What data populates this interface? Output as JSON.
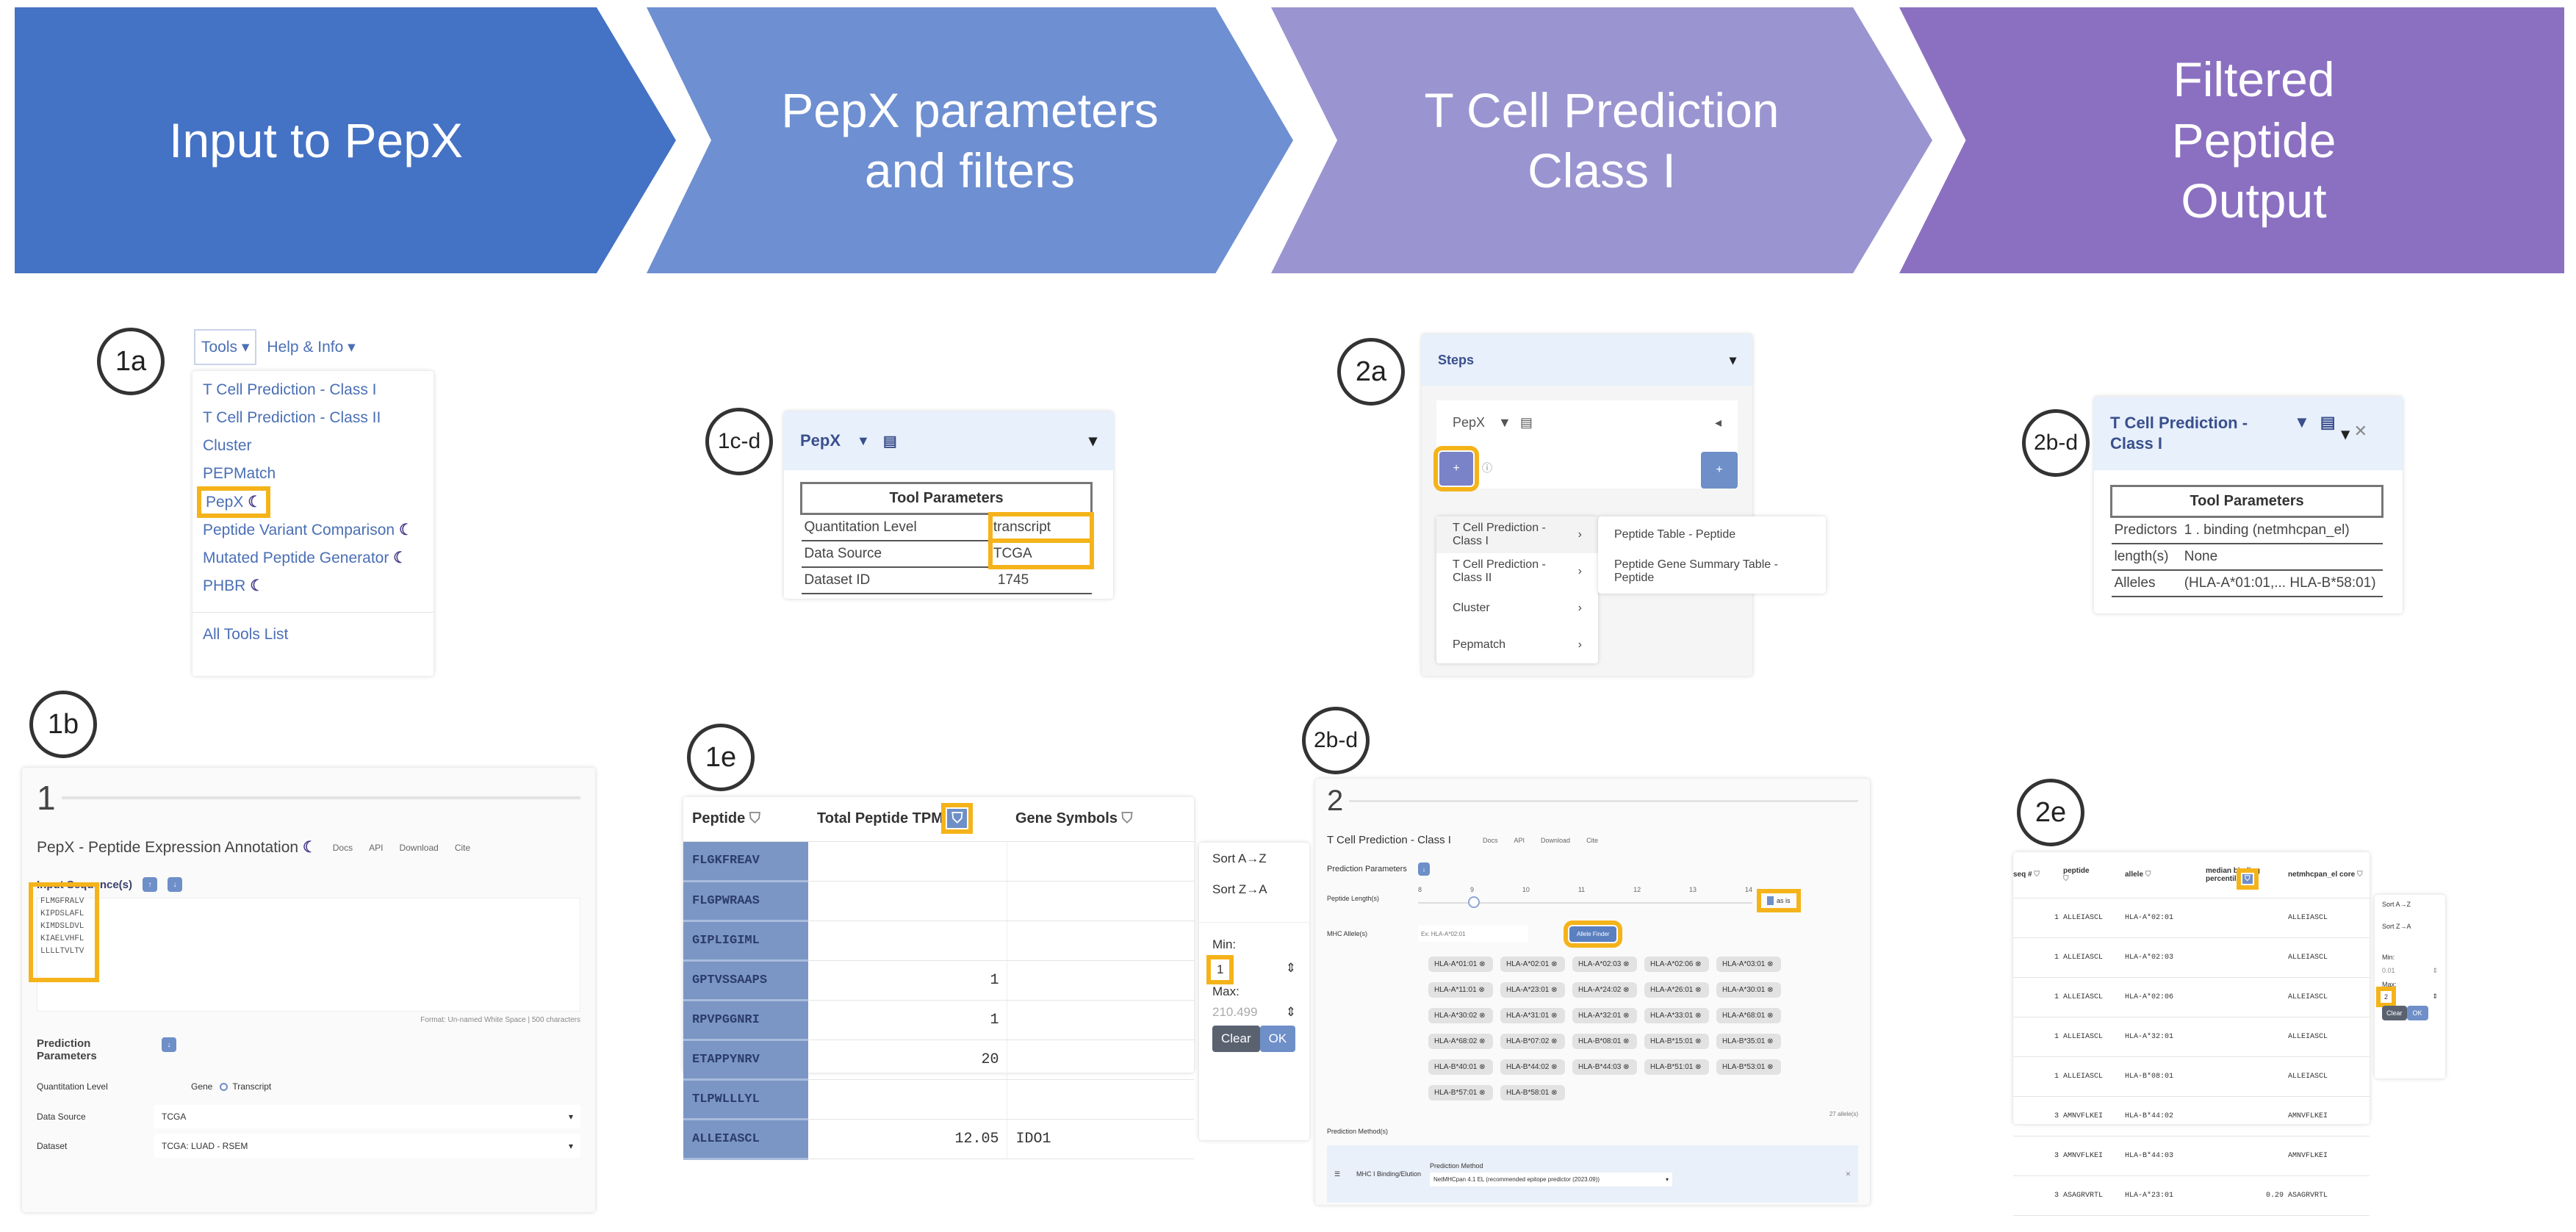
{
  "banner": {
    "steps": [
      {
        "label": "Input to PepX",
        "color": "#4472c4"
      },
      {
        "label": "PepX parameters and filters",
        "color": "#6e8fd1"
      },
      {
        "label": "T Cell Prediction Class I",
        "color": "#9a94d0"
      },
      {
        "label": "Filtered Peptide Output",
        "color": "#8b70c1"
      }
    ]
  },
  "badges": {
    "p1a": "1a",
    "p1b": "1b",
    "p1cd": "1c-d",
    "p1e": "1e",
    "p2a": "2a",
    "p2bd_left": "2b-d",
    "p2bd_right": "2b-d",
    "p2e": "2e"
  },
  "highlight_color": "#f5b31a",
  "panel_1a": {
    "nav": [
      "Tools",
      "Help & Info"
    ],
    "items": [
      "T Cell Prediction - Class I",
      "T Cell Prediction - Class II",
      "Cluster",
      "PEPMatch",
      "PepX",
      "Peptide Variant Comparison",
      "Mutated Peptide Generator",
      "PHBR"
    ],
    "footer": "All Tools List"
  },
  "panel_1b": {
    "step_number": "1",
    "title": "PepX - Peptide Expression Annotation",
    "actions": [
      "Docs",
      "API",
      "Download",
      "Cite"
    ],
    "input_label": "Input Sequence(s)",
    "sequences": [
      "FLMGFRALV",
      "KIPDSLAFL",
      "KIMDSLDVL",
      "KIAELVHFL",
      "LLLLTVLTV"
    ],
    "format_hint": "Format: Un-named White Space | 500 characters",
    "params_label": "Prediction Parameters",
    "quant_label": "Quantitation Level",
    "quant_options": [
      "Gene",
      "Transcript"
    ],
    "data_source_label": "Data Source",
    "data_source_value": "TCGA",
    "dataset_label": "Dataset",
    "dataset_value": "TCGA: LUAD - RSEM"
  },
  "panel_1cd": {
    "title": "PepX",
    "table_header": "Tool Parameters",
    "rows": [
      {
        "key": "Quantitation Level",
        "value": "transcript"
      },
      {
        "key": "Data Source",
        "value": "TCGA"
      },
      {
        "key": "Dataset ID",
        "value": "1745"
      }
    ]
  },
  "panel_1e": {
    "columns": [
      "Peptide",
      "Total Peptide TPM",
      "Gene Symbols"
    ],
    "rows": [
      {
        "peptide": "FLGKFREAV",
        "tpm": "",
        "gene": ""
      },
      {
        "peptide": "FLGPWRAAS",
        "tpm": "",
        "gene": ""
      },
      {
        "peptide": "GIPLIGIML",
        "tpm": "",
        "gene": ""
      },
      {
        "peptide": "GPTVSSAAPS",
        "tpm": "1",
        "gene": ""
      },
      {
        "peptide": "RPVPGGNRI",
        "tpm": "1",
        "gene": ""
      },
      {
        "peptide": "ETAPPYNRV",
        "tpm": "20",
        "gene": ""
      },
      {
        "peptide": "TLPWLLLYL",
        "tpm": "",
        "gene": ""
      },
      {
        "peptide": "ALLEIASCL",
        "tpm": "12.05",
        "gene": "IDO1"
      }
    ],
    "filter": {
      "sort_asc": "Sort A→Z",
      "sort_desc": "Sort Z→A",
      "min_label": "Min:",
      "min_value": "1",
      "max_label": "Max:",
      "max_placeholder": "210.499",
      "clear": "Clear",
      "ok": "OK"
    }
  },
  "panel_2a": {
    "title": "Steps",
    "step": "PepX",
    "menu": [
      "T Cell Prediction - Class I",
      "T Cell Prediction - Class II",
      "Cluster",
      "Pepmatch"
    ],
    "submenu": [
      "Peptide Table - Peptide",
      "Peptide Gene Summary Table - Peptide"
    ]
  },
  "panel_2bd_left": {
    "step_number": "2",
    "title": "T Cell Prediction - Class I",
    "actions": [
      "Docs",
      "API",
      "Download",
      "Cite"
    ],
    "params_label": "Prediction Parameters",
    "length_label": "Peptide Length(s)",
    "length_ticks": [
      "8",
      "9",
      "10",
      "11",
      "12",
      "13",
      "14"
    ],
    "length_selected": 9,
    "as_is_label": "as is",
    "as_is_checked": true,
    "mhc_label": "MHC Allele(s)",
    "mhc_placeholder": "Ex: HLA-A*02:01",
    "allele_finder": "Allele Finder",
    "alleles": [
      "HLA-A*01:01",
      "HLA-A*02:01",
      "HLA-A*02:03",
      "HLA-A*02:06",
      "HLA-A*03:01",
      "HLA-A*11:01",
      "HLA-A*23:01",
      "HLA-A*24:02",
      "HLA-A*26:01",
      "HLA-A*30:01",
      "HLA-A*30:02",
      "HLA-A*31:01",
      "HLA-A*32:01",
      "HLA-A*33:01",
      "HLA-A*68:01",
      "HLA-A*68:02",
      "HLA-B*07:02",
      "HLA-B*08:01",
      "HLA-B*15:01",
      "HLA-B*35:01",
      "HLA-B*40:01",
      "HLA-B*44:02",
      "HLA-B*44:03",
      "HLA-B*51:01",
      "HLA-B*53:01",
      "HLA-B*57:01",
      "HLA-B*58:01"
    ],
    "allele_count": "27 allele(s)",
    "methods_label": "Prediction Method(s)",
    "method_type": "MHC I Binding/Elution",
    "method_field_label": "Prediction Method",
    "method_value": "NetMHCpan 4.1 EL (recommended epitope predictor (2023.09))"
  },
  "panel_2bd_right": {
    "title": "T Cell Prediction - Class I",
    "table_header": "Tool Parameters",
    "rows": [
      {
        "key": "Predictors",
        "value": "1 . binding (netmhcpan_el)"
      },
      {
        "key": "length(s)",
        "value": "None"
      },
      {
        "key": "Alleles",
        "value": "(HLA-A*01:01,... HLA-B*58:01)"
      }
    ]
  },
  "panel_2e": {
    "columns": [
      "seq #",
      "peptide",
      "allele",
      "median binding percentile",
      "netmhcpan_el core"
    ],
    "rows": [
      {
        "seq": "1",
        "peptide": "ALLEIASCL",
        "allele": "HLA-A*02:01",
        "pct": "",
        "core": "ALLEIASCL"
      },
      {
        "seq": "1",
        "peptide": "ALLEIASCL",
        "allele": "HLA-A*02:03",
        "pct": "",
        "core": "ALLEIASCL"
      },
      {
        "seq": "1",
        "peptide": "ALLEIASCL",
        "allele": "HLA-A*02:06",
        "pct": "",
        "core": "ALLEIASCL"
      },
      {
        "seq": "1",
        "peptide": "ALLEIASCL",
        "allele": "HLA-A*32:01",
        "pct": "",
        "core": "ALLEIASCL"
      },
      {
        "seq": "1",
        "peptide": "ALLEIASCL",
        "allele": "HLA-B*08:01",
        "pct": "",
        "core": "ALLEIASCL"
      },
      {
        "seq": "3",
        "peptide": "AMNVFLKEI",
        "allele": "HLA-B*44:02",
        "pct": "",
        "core": "AMNVFLKEI"
      },
      {
        "seq": "3",
        "peptide": "AMNVFLKEI",
        "allele": "HLA-B*44:03",
        "pct": "",
        "core": "AMNVFLKEI"
      },
      {
        "seq": "3",
        "peptide": "ASAGRVRTL",
        "allele": "HLA-A*23:01",
        "pct": "0.29",
        "core": "ASAGRVRTL"
      }
    ],
    "filter": {
      "sort_asc": "Sort A→Z",
      "sort_desc": "Sort Z→A",
      "min_label": "Min:",
      "min_value": "0.01",
      "max_label": "Max:",
      "max_value": "2",
      "clear": "Clear",
      "ok": "OK"
    }
  }
}
